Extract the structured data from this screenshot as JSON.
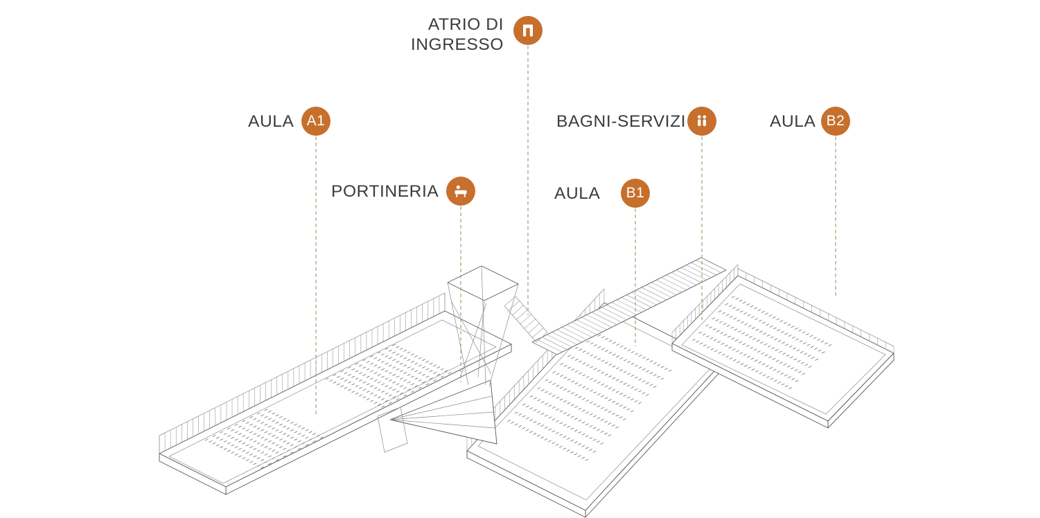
{
  "diagram": {
    "type": "architectural-axonometric",
    "rooms": [
      "ATRIO DI INGRESSO",
      "AULA A1",
      "BAGNI-SERVIZI",
      "AULA B2",
      "PORTINERIA",
      "AULA B1"
    ]
  },
  "labels": {
    "atrio": {
      "line1": "ATRIO DI",
      "line2": "INGRESSO",
      "icon": "door-icon"
    },
    "aula_a1": {
      "text": "AULA",
      "badge": "A1"
    },
    "bagni": {
      "text": "BAGNI-SERVIZI",
      "icon": "people-icon"
    },
    "aula_b2": {
      "text": "AULA",
      "badge": "B2"
    },
    "portineria": {
      "text": "PORTINERIA",
      "icon": "desk-icon"
    },
    "aula_b1": {
      "text": "AULA",
      "badge": "B1"
    }
  },
  "colors": {
    "accent": "#c76f2c",
    "leader_dash": "#aca57b",
    "line": "#6f6f6f",
    "text": "#3b3b3b"
  }
}
